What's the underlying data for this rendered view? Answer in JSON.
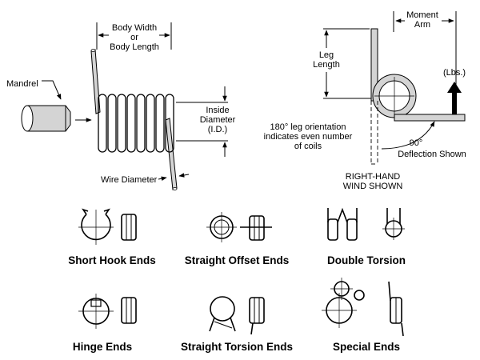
{
  "diagram": {
    "labels": {
      "body_width": "Body Width",
      "or": "or",
      "body_length": "Body Length",
      "mandrel": "Mandrel",
      "inside": "Inside",
      "diameter": "Diameter",
      "id": "(I.D.)",
      "wire_diameter": "Wire Diameter",
      "moment": "Moment",
      "arm": "Arm",
      "leg": "Leg",
      "length": "Length",
      "lbs": "(Lbs.)",
      "orient_line1": "180° leg orientation",
      "orient_line2": "indicates even number",
      "orient_line3": "of coils",
      "deg90": "90°",
      "deflection": "Deflection Shown",
      "rh_line1": "RIGHT-HAND",
      "rh_line2": "WIND SHOWN"
    },
    "end_types": [
      "Short Hook Ends",
      "Straight Offset Ends",
      "Double Torsion",
      "Hinge Ends",
      "Straight Torsion Ends",
      "Special Ends"
    ]
  }
}
